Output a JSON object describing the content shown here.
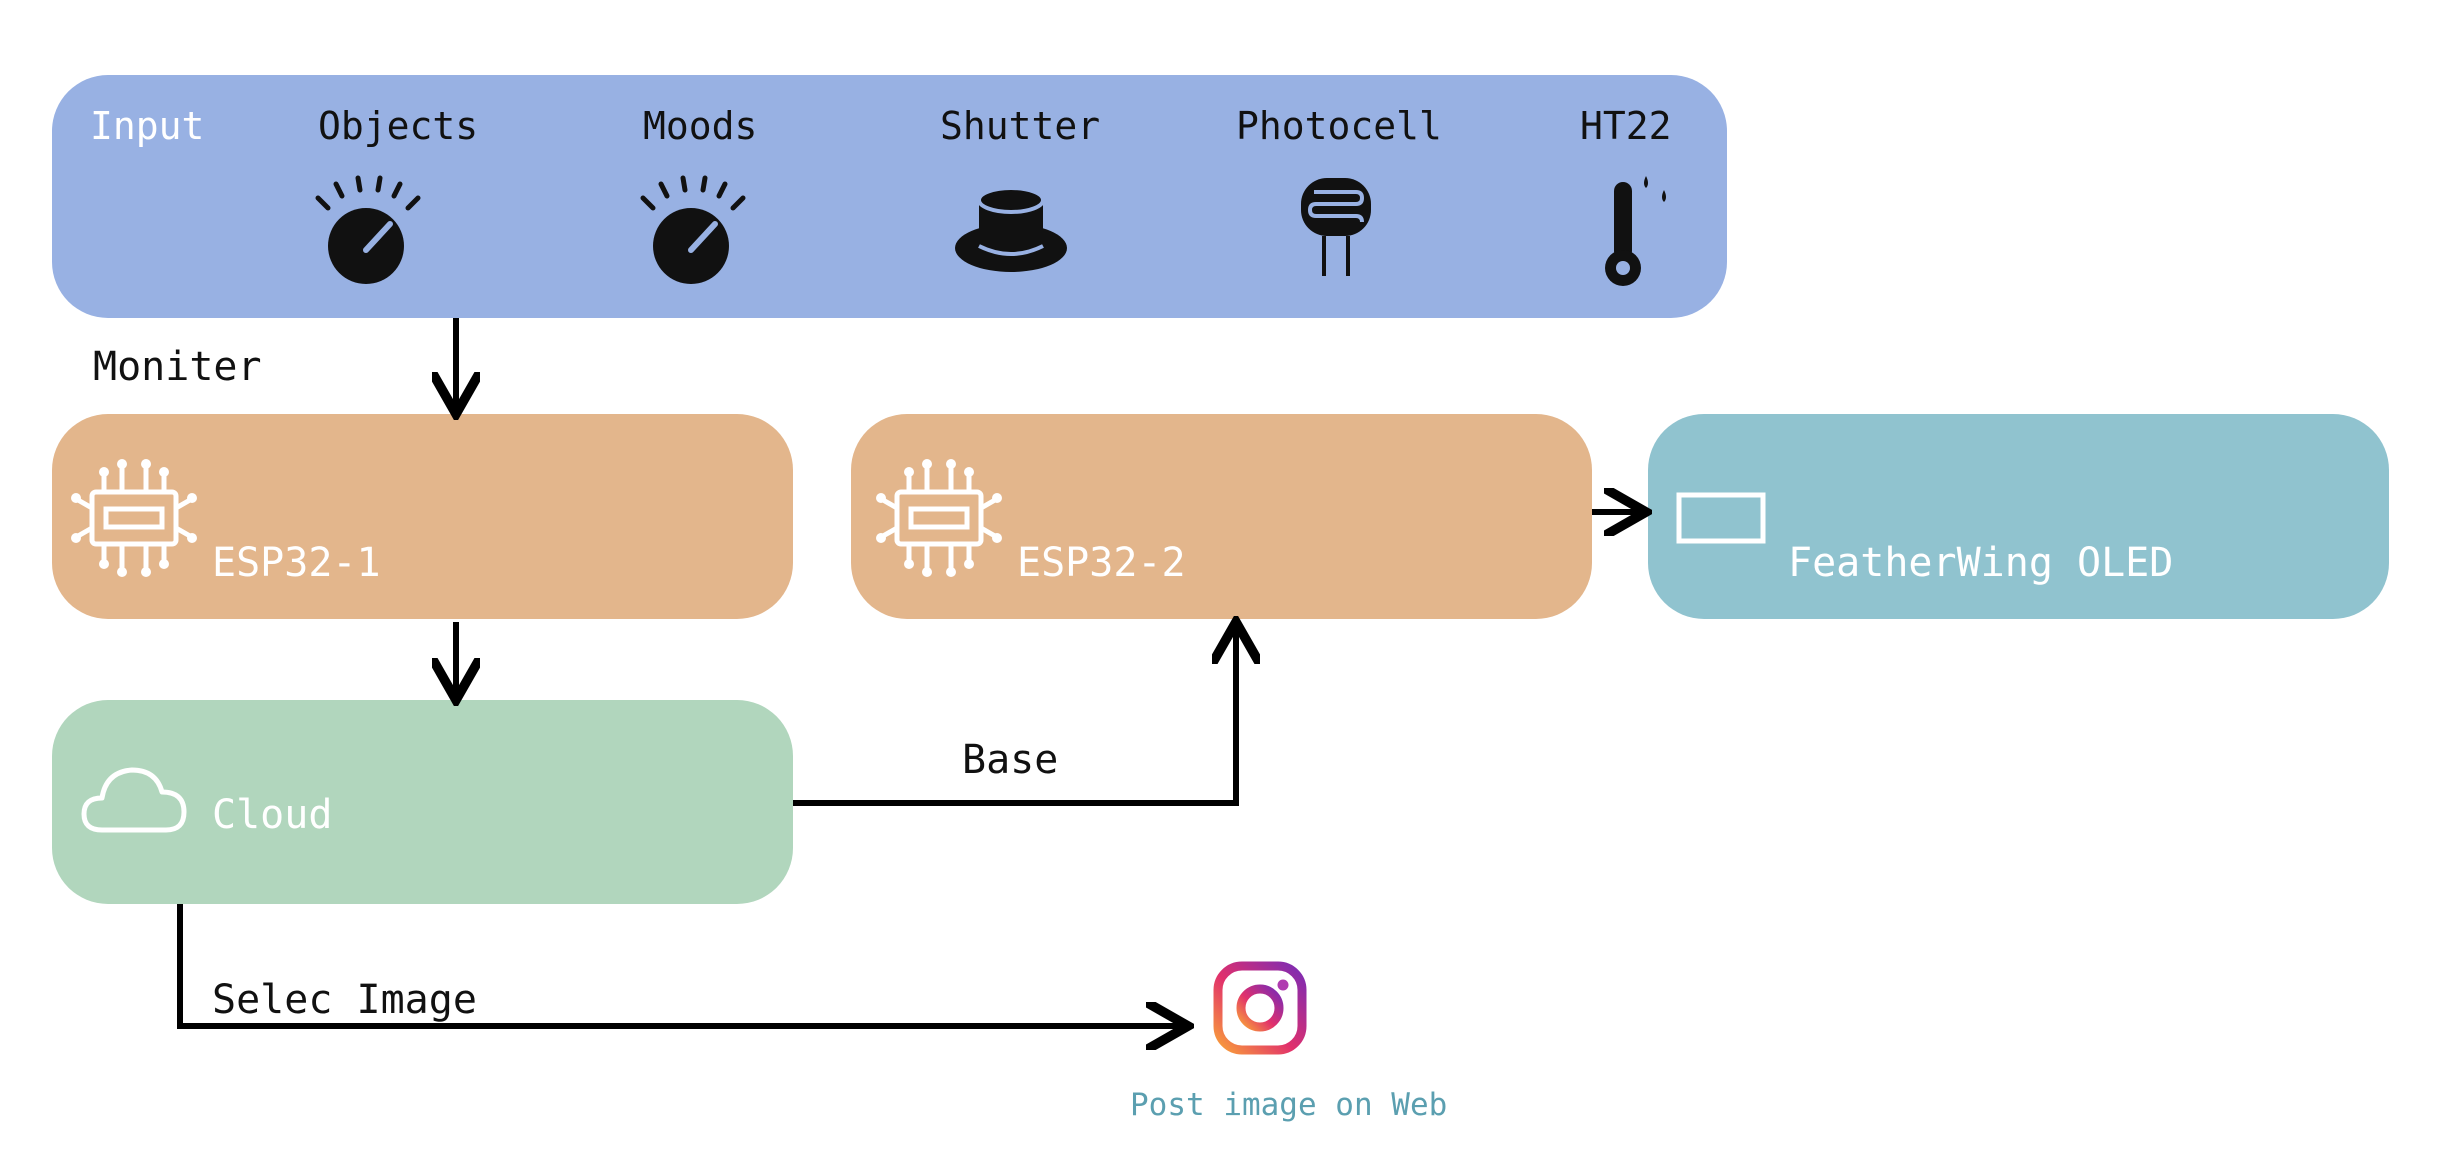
{
  "colors": {
    "input_bg": "#98b1e3",
    "esp_bg": "#e3b68c",
    "oled_bg": "#90c3cf",
    "cloud_bg": "#b1d6bd",
    "arrow": "#000000",
    "caption": "#5b9fb0"
  },
  "input": {
    "title": "Input",
    "sensors": [
      {
        "label": "Objects",
        "icon": "knob-icon"
      },
      {
        "label": "Moods",
        "icon": "knob-icon"
      },
      {
        "label": "Shutter",
        "icon": "shutter-button-icon"
      },
      {
        "label": "Photocell",
        "icon": "photocell-icon"
      },
      {
        "label": "HT22",
        "icon": "thermometer-icon"
      }
    ]
  },
  "labels": {
    "moniter": "Moniter",
    "base": "Base",
    "select_image": "Selec Image"
  },
  "nodes": {
    "esp1": {
      "label": "ESP32-1",
      "icon": "chip-icon"
    },
    "esp2": {
      "label": "ESP32-2",
      "icon": "chip-icon"
    },
    "oled": {
      "label": "FeatherWing OLED",
      "icon": "screen-icon"
    },
    "cloud": {
      "label": "Cloud",
      "icon": "cloud-icon"
    }
  },
  "output": {
    "icon": "instagram-icon",
    "caption": "Post image on Web"
  }
}
